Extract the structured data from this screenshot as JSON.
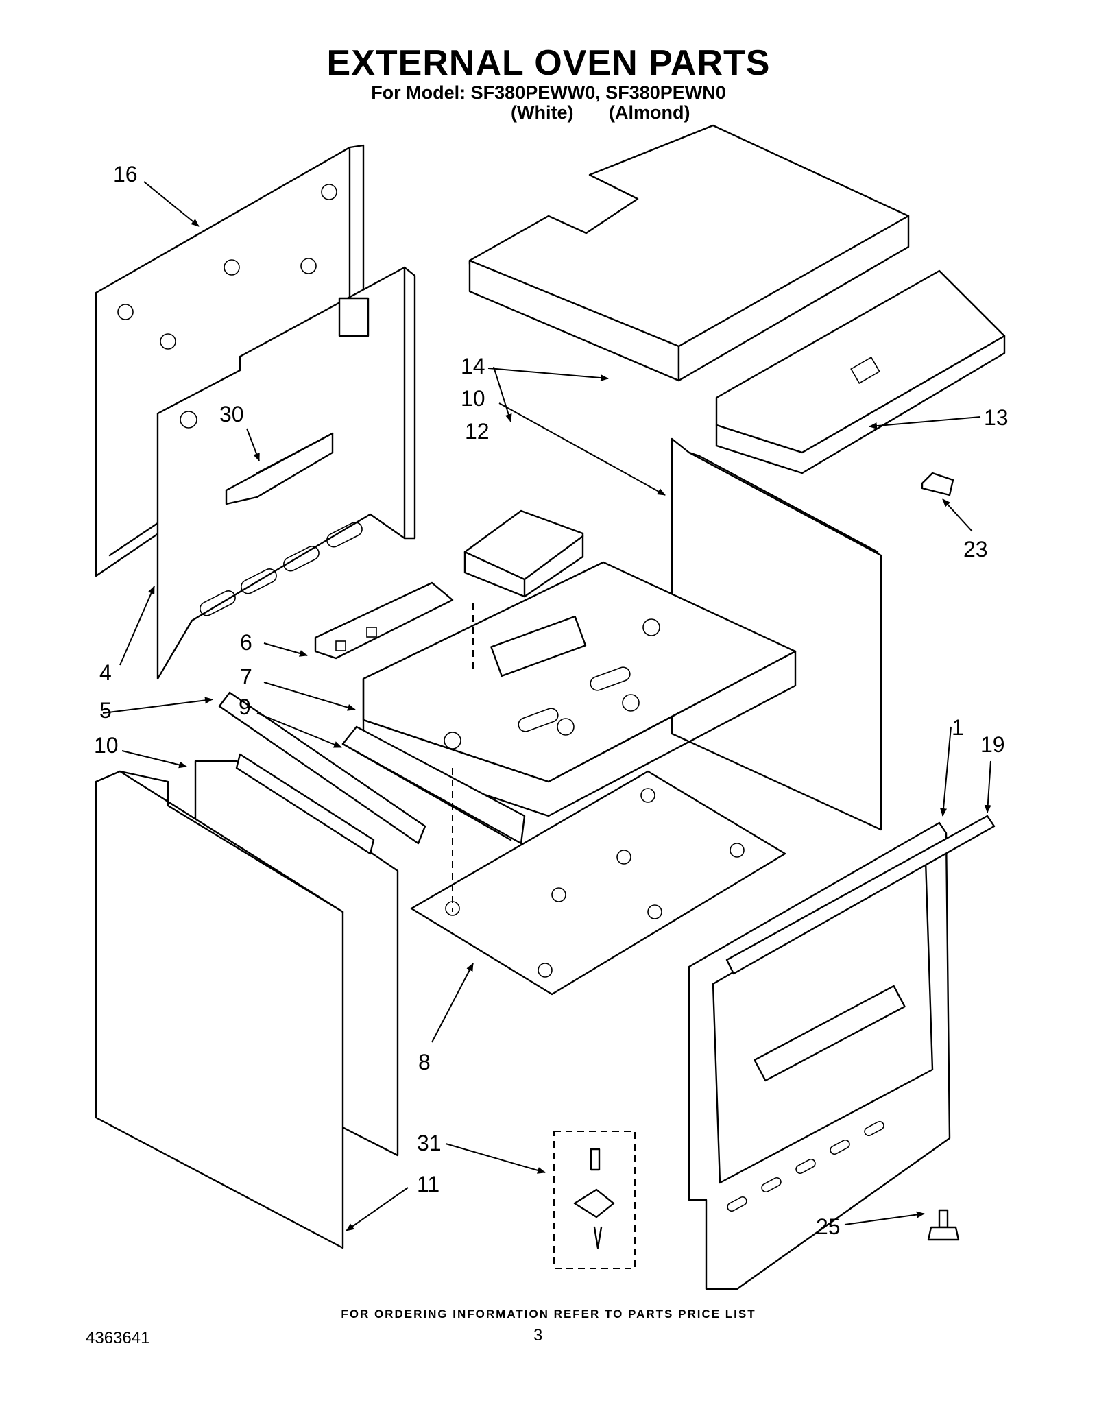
{
  "header": {
    "title": "EXTERNAL OVEN PARTS",
    "subtitle": "For Model: SF380PEWW0, SF380PEWN0",
    "variant_white": "(White)",
    "variant_almond": "(Almond)"
  },
  "callouts": {
    "c1": "1",
    "c4": "4",
    "c5": "5",
    "c6": "6",
    "c7": "7",
    "c8": "8",
    "c9": "9",
    "c10a": "10",
    "c10b": "10",
    "c11": "11",
    "c12": "12",
    "c13": "13",
    "c14": "14",
    "c16": "16",
    "c19": "19",
    "c23": "23",
    "c25": "25",
    "c30": "30",
    "c31": "31"
  },
  "footer": {
    "note": "FOR ORDERING INFORMATION REFER TO PARTS PRICE LIST",
    "doc_number": "4363641",
    "page_number": "3"
  }
}
